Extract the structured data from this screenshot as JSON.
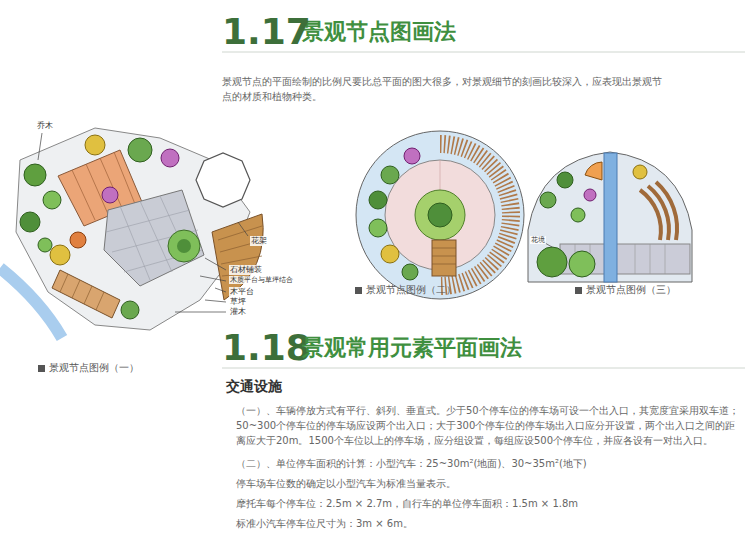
{
  "diagram": {
    "title": "景观节点图画法",
    "labels": [
      "1.17",
      "景观节点的平面绘制的比例尺要比总平面的图大很多，对景观细节的刻画比较深入，应表现出景观节点的材质和植物种类。",
      "景观节点图例（一）",
      "景观节点图例（二）",
      "景观节点图例（三）",
      "1.18",
      "景观常用元素平面画法",
      "交通设施",
      "（一）、车辆停放方式有平行、斜列、垂直式。少于50个停车位的停车场可设一个出入口，其宽度宜采用双车道；50~300个停车位的停车场应设两个出入口；大于300个停车位的停车场出入口应分开设置，两个出入口之间的距离应大于20m。1500个车位以上的停车场，应分组设置，每组应设500个停车位，并应各设有一对出入口。",
      "（二）、单位停车面积的计算：小型汽车：25~30m²(地面)、30~35m²(地下)",
      "停车场车位数的确定以小型汽车为标准当量表示。",
      "摩托车每个停车位：2.5m × 2.7m，自行车的单位停车面积：1.5m × 1.8m",
      "标准小汽车停车位尺寸为：3m × 6m。",
      "乔木",
      "花架",
      "石材铺装",
      "木质平台与草坪结合",
      "木平台",
      "草坪",
      "灌木",
      "花境"
    ]
  }
}
